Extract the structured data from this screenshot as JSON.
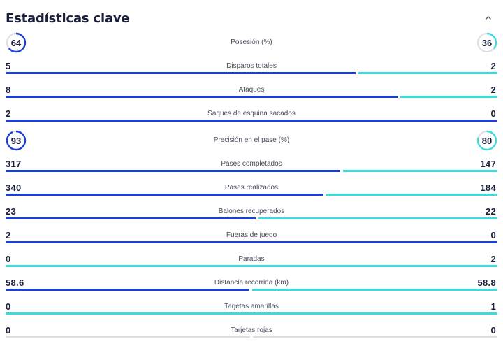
{
  "title": "Estadísticas clave",
  "collapse_icon": "chevron-up-icon",
  "colors": {
    "home": "#1a3fd6",
    "away": "#3fd9e0",
    "track": "#dddde4"
  },
  "circle_stats": [
    {
      "label": "Posesión (%)",
      "home": "64",
      "away": "36",
      "home_fraction": 0.64,
      "away_fraction": 0.36
    },
    {
      "label": "Precisión en el pase (%)",
      "home": "93",
      "away": "80",
      "home_fraction": 0.93,
      "away_fraction": 0.8
    }
  ],
  "bar_stats": [
    {
      "label": "Disparos totales",
      "home": "5",
      "away": "2",
      "home_share": 0.714
    },
    {
      "label": "Ataques",
      "home": "8",
      "away": "2",
      "home_share": 0.8
    },
    {
      "label": "Saques de esquina sacados",
      "home": "2",
      "away": "0",
      "home_share": 1.0
    },
    {
      "label": "Pases completados",
      "home": "317",
      "away": "147",
      "home_share": 0.683
    },
    {
      "label": "Pases realizados",
      "home": "340",
      "away": "184",
      "home_share": 0.649
    },
    {
      "label": "Balones recuperados",
      "home": "23",
      "away": "22",
      "home_share": 0.511
    },
    {
      "label": "Fueras de juego",
      "home": "2",
      "away": "0",
      "home_share": 1.0
    },
    {
      "label": "Paradas",
      "home": "0",
      "away": "2",
      "home_share": 0.0
    },
    {
      "label": "Distancia recorrida (km)",
      "home": "58.6",
      "away": "58.8",
      "home_share": 0.499
    },
    {
      "label": "Tarjetas amarillas",
      "home": "0",
      "away": "1",
      "home_share": 0.0
    },
    {
      "label": "Tarjetas rojas",
      "home": "0",
      "away": "0",
      "home_share": null
    }
  ]
}
